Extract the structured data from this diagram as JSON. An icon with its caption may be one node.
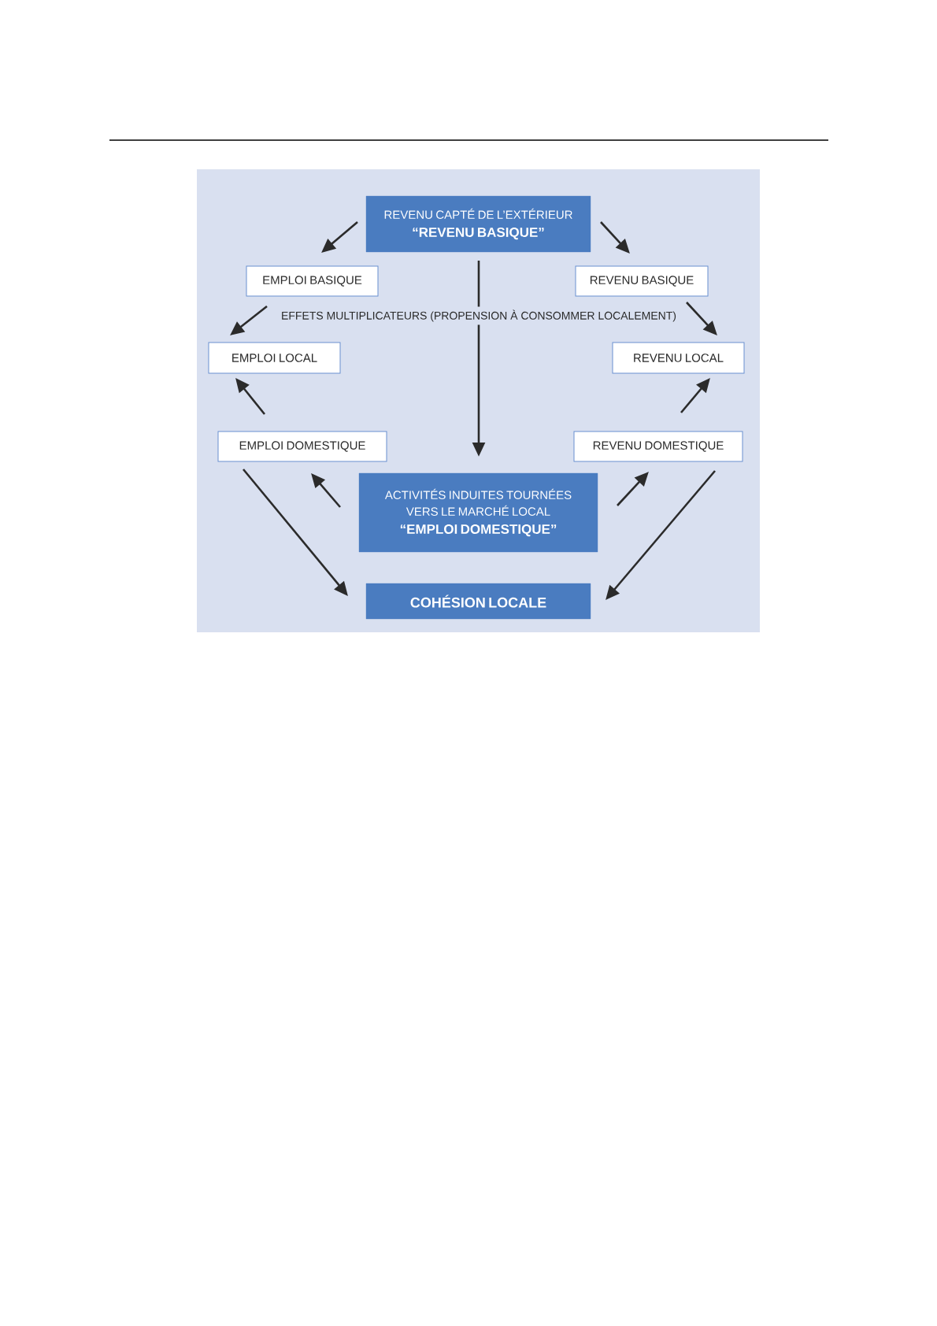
{
  "diagram": {
    "nodes": [
      {
        "text": [
          "REVENU CAPTÉ DE L’EXTÉRIEUR",
          "“REVENU BASIQUE”"
        ]
      },
      {
        "text": [
          "EMPLOI BASIQUE"
        ]
      },
      {
        "text": [
          "REVENU BASIQUE"
        ]
      },
      {
        "text": [
          "EMPLOI LOCAL"
        ]
      },
      {
        "text": [
          "REVENU LOCAL"
        ]
      },
      {
        "text": [
          "EMPLOI DOMESTIQUE"
        ]
      },
      {
        "text": [
          "REVENU DOMESTIQUE"
        ]
      },
      {
        "text": [
          "ACTIVITÉS INDUITES TOURNÉES VERS LE MARCHÉ LOCAL",
          "“EMPLOI DOMESTIQUE”"
        ]
      },
      {
        "text": [
          "COHÉSION LOCALE"
        ]
      }
    ],
    "edges": [
      {
        "from": 0,
        "to": 1,
        "arrow": "to"
      },
      {
        "from": 0,
        "to": 2,
        "arrow": "to"
      },
      {
        "from": 1,
        "to": 3,
        "arrow": "to"
      },
      {
        "from": 2,
        "to": 4,
        "arrow": "to"
      },
      {
        "from": 5,
        "to": 3,
        "arrow": "to"
      },
      {
        "from": 6,
        "to": 4,
        "arrow": "to"
      },
      {
        "from": 7,
        "to": 5,
        "arrow": "to"
      },
      {
        "from": 7,
        "to": 6,
        "arrow": "to"
      },
      {
        "from": 5,
        "to": 8,
        "arrow": "to"
      },
      {
        "from": 6,
        "to": 8,
        "arrow": "to"
      },
      {
        "from": 0,
        "to": 7,
        "arrow": "to",
        "label": "EFFETS MULTIPLICATEURS (PROPENSION À CONSOMMER LOCALEMENT)"
      }
    ]
  }
}
